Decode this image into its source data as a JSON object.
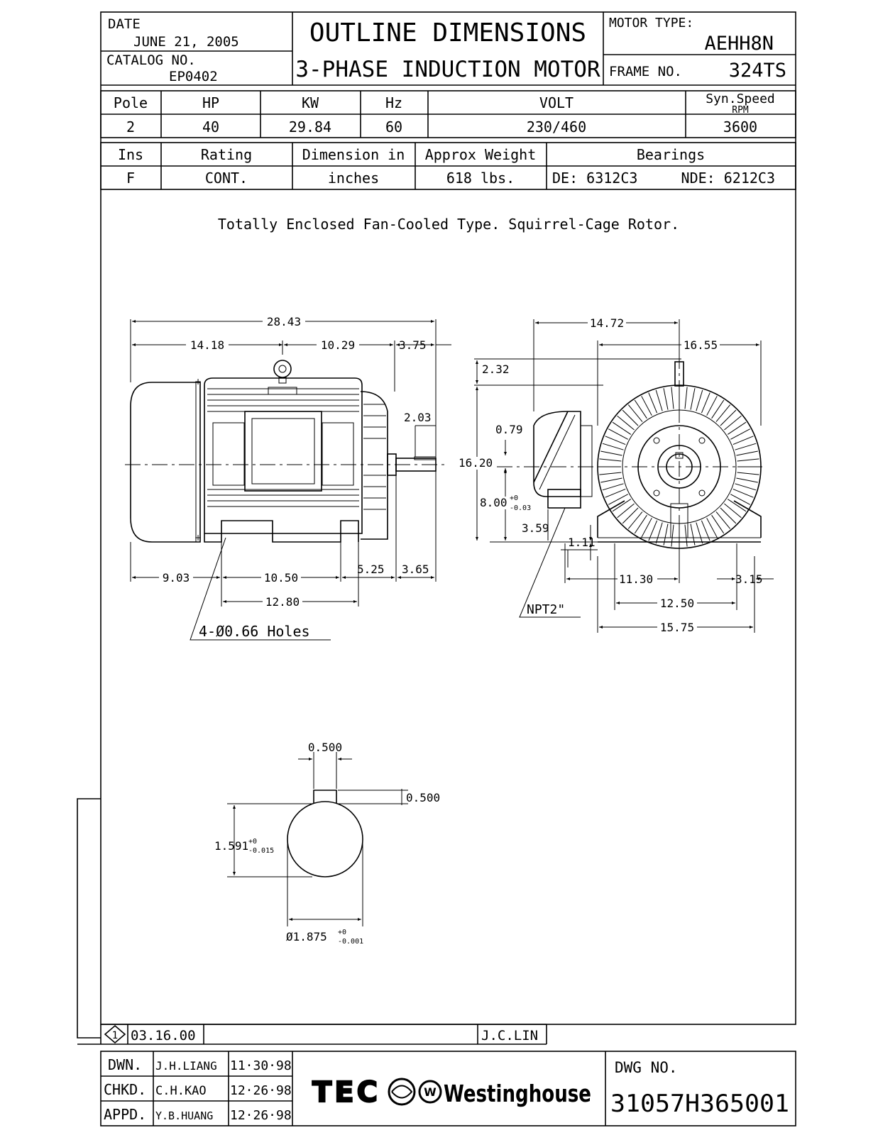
{
  "header": {
    "date_label": "DATE",
    "date_value": "JUNE 21, 2005",
    "catalog_label": "CATALOG NO.",
    "catalog_value": "EP0402",
    "title_line1": "OUTLINE DIMENSIONS",
    "title_line2": "3-PHASE INDUCTION MOTOR",
    "motor_type_label": "MOTOR TYPE:",
    "motor_type_value": "AEHH8N",
    "frame_label": "FRAME NO.",
    "frame_value": "324TS"
  },
  "spec_table": {
    "headers": [
      "Pole",
      "HP",
      "KW",
      "Hz",
      "VOLT",
      "Syn.Speed",
      "RPM"
    ],
    "values": [
      "2",
      "40",
      "29.84",
      "60",
      "230/460",
      "3600"
    ]
  },
  "info_table": {
    "headers": [
      "Ins",
      "Rating",
      "Dimension in",
      "Approx Weight",
      "Bearings"
    ],
    "values": [
      "F",
      "CONT.",
      "inches",
      "618 lbs.",
      "DE: 6312C3",
      "NDE: 6212C3"
    ]
  },
  "description": "Totally Enclosed Fan-Cooled Type.  Squirrel-Cage Rotor.",
  "side_view_dims": {
    "overall": "28.43",
    "d1": "14.18",
    "d2": "10.29",
    "d3": "3.75",
    "shaft_len": "2.03",
    "d4": "9.03",
    "d5": "10.50",
    "d6": "5.25",
    "d7": "3.65",
    "d8": "12.80",
    "holes": "4-Ø0.66 Holes"
  },
  "end_view_dims": {
    "width_top": "14.72",
    "width_right": "16.55",
    "top": "2.32",
    "height": "16.20",
    "offset": "0.79",
    "shaft_height": "8.00",
    "tol_plus": "+0",
    "tol_minus": "-0.03",
    "box": "3.59",
    "foot": "1.11",
    "d1": "11.30",
    "d2": "3.15",
    "d3": "12.50",
    "d4": "15.75",
    "conduit": "NPT2\""
  },
  "shaft_detail": {
    "key_width": "0.500",
    "key_depth": "0.500",
    "key_height": "1.591",
    "key_tol_plus": "+0",
    "key_tol_minus": "-0.015",
    "diameter": "Ø1.875",
    "dia_tol_plus": "+0",
    "dia_tol_minus": "-0.001"
  },
  "revision": {
    "number": "1",
    "date": "03.16.00",
    "by": "J.C.LIN"
  },
  "title_block": {
    "dwn_label": "DWN.",
    "dwn_name": "J.H.LIANG",
    "dwn_date": "11·30·98",
    "chkd_label": "CHKD.",
    "chkd_name": "C.H.KAO",
    "chkd_date": "12·26·98",
    "appd_label": "APPD.",
    "appd_name": "Y.B.HUANG",
    "appd_date": "12·26·98",
    "brand1": "TEC",
    "brand2": "Westinghouse",
    "dwg_label": "DWG NO.",
    "dwg_value": "31057H365001"
  }
}
